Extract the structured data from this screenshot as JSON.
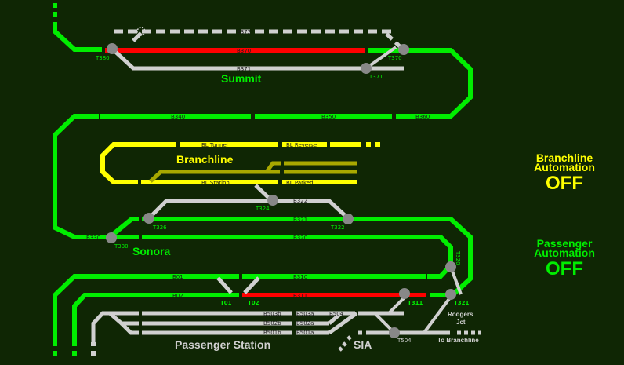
{
  "colors": {
    "background": "#0f2604",
    "occupied_clear": "#00ee00",
    "occupied_red": "#ff0000",
    "idle": "#d0d0d0",
    "branchline": "#ffff00",
    "branchline_dim": "#a8a800",
    "turnout": "#888888"
  },
  "areas": {
    "summit": "Summit",
    "branchline": "Branchline",
    "sonora": "Sonora",
    "passenger_station": "Passenger Station",
    "sia": "SIA",
    "rodgers_jct_1": "Rodgers",
    "rodgers_jct_2": "Jct",
    "to_branchline": "To Branchline"
  },
  "blocks": {
    "B372": "B372",
    "B370": "B370",
    "B371": "B371",
    "B340": "B340",
    "B350": "B350",
    "B360": "B360",
    "BL_Tunnel": "BL Tunnel",
    "BL_Reverse": "BL Reverse",
    "BL_Station": "BL Station",
    "BL_Parked": "BL Parked",
    "B322": "B322",
    "B321": "B321",
    "B320": "B320",
    "B330": "B330",
    "B01": "B01",
    "B02": "B02",
    "B310": "B310",
    "B311": "B311",
    "B503b": "B503b",
    "B503a": "B503a",
    "B504": "B504",
    "B502b": "B502b",
    "B502a": "B502a",
    "B501b": "B501b",
    "B501a": "B501a"
  },
  "turnouts": {
    "T380": "T380",
    "T370": "T370",
    "T371": "T371",
    "T324": "T324",
    "T326": "T326",
    "T322": "T322",
    "T330": "T330",
    "T320": "T320",
    "T01": "T01",
    "T02": "T02",
    "T311": "T311",
    "T321": "T321",
    "T504": "T504"
  },
  "panels": {
    "branchline": {
      "line1": "Branchline",
      "line2": "Automation",
      "status": "OFF",
      "color": "#ffff00"
    },
    "passenger": {
      "line1": "Passenger",
      "line2": "Automation",
      "status": "OFF",
      "color": "#00ee00"
    }
  }
}
